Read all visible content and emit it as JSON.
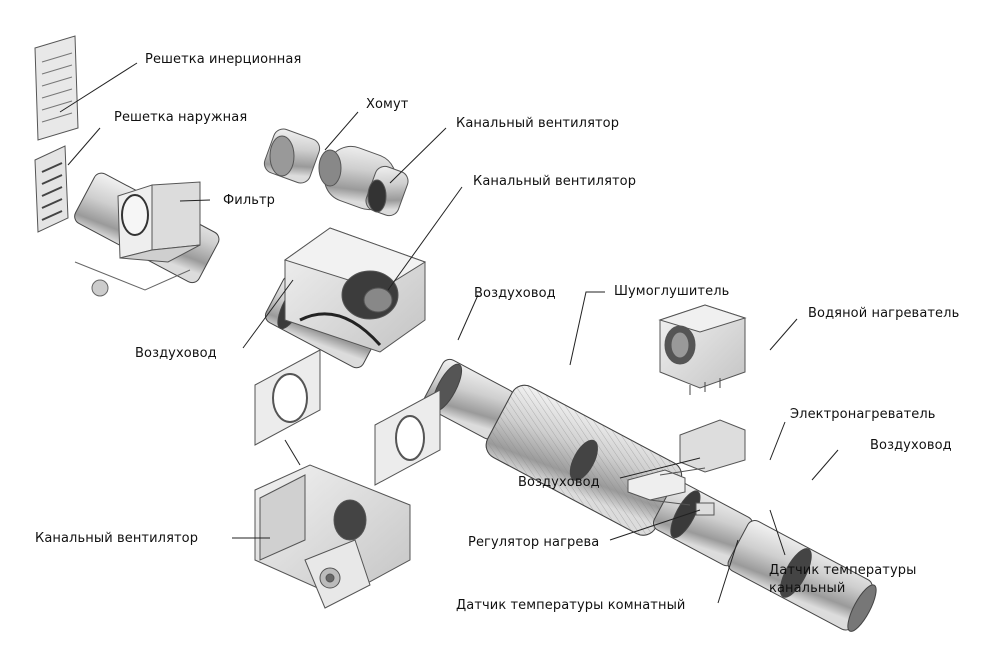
{
  "diagram": {
    "kind": "exploded-view of a duct ventilation system",
    "labels": {
      "grille_inertial": "Решетка инерционная",
      "grille_outdoor": "Решетка наружная",
      "clamp": "Хомут",
      "duct_fan_top": "Канальный вентилятор",
      "filter": "Фильтр",
      "duct_fan_box": "Канальный вентилятор",
      "air_duct_1": "Воздуховод",
      "air_duct_2": "Воздуховод",
      "silencer": "Шумоглушитель",
      "water_heater": "Водяной нагреватель",
      "electric_heater": "Электронагреватель",
      "air_duct_3": "Воздуховод",
      "air_duct_4": "Воздуховод",
      "heat_regulator": "Регулятор нагрева",
      "duct_fan_rect": "Канальный вентилятор",
      "temp_sensor_duct_line1": "Датчик температуры",
      "temp_sensor_duct_line2": "канальный",
      "temp_sensor_room": "Датчик температуры комнатный"
    },
    "colors": {
      "ink": "#111111",
      "metal_light": "#e6e6e6",
      "metal_mid": "#b8b8b8",
      "metal_dark": "#555555"
    }
  }
}
